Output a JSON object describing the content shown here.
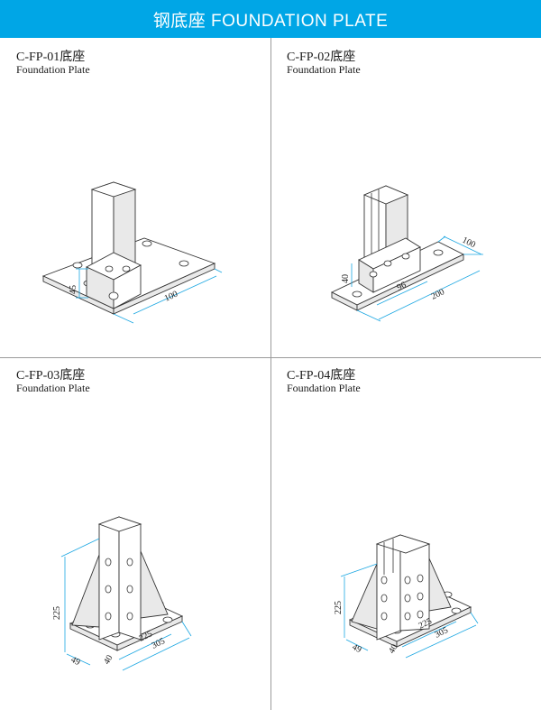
{
  "header": {
    "title": "钢底座   FOUNDATION PLATE",
    "bg_color": "#00a6e6"
  },
  "panels": [
    {
      "code": "C-FP-01底座",
      "name": "Foundation Plate",
      "dims": [
        "45",
        "100"
      ]
    },
    {
      "code": "C-FP-02底座",
      "name": "Foundation Plate",
      "dims": [
        "100",
        "40",
        "96",
        "200"
      ]
    },
    {
      "code": "C-FP-03底座",
      "name": "Foundation Plate",
      "dims": [
        "225",
        "49",
        "40",
        "225",
        "305"
      ]
    },
    {
      "code": "C-FP-04底座",
      "name": "Foundation Plate",
      "dims": [
        "225",
        "49",
        "40",
        "225",
        "305"
      ]
    }
  ],
  "colors": {
    "dimension_line": "#1ca7e2",
    "divider": "#9a9a9a"
  }
}
